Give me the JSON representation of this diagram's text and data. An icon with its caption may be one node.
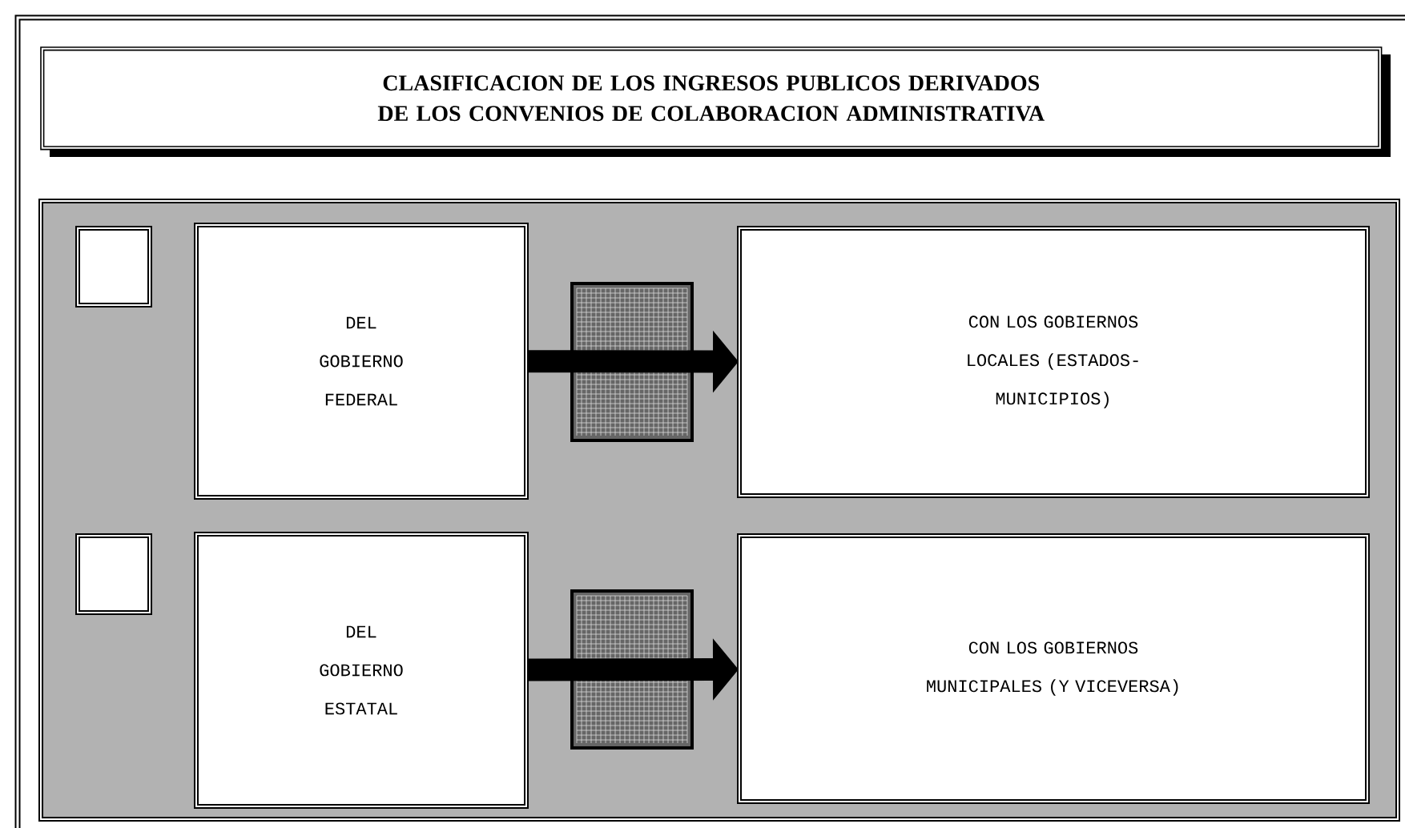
{
  "diagram": {
    "title": "CLASIFICACION DE LOS INGRESOS PUBLICOS DERIVADOS DE LOS CONVENIOS DE COLABORACION ADMINISTRATIVA",
    "nodes": [
      {
        "text": [],
        "shape": "box"
      },
      {
        "text": [],
        "shape": "box",
        "in": 0
      },
      {
        "text": [
          "DEL GOBIERNO FEDERAL"
        ],
        "in": 0
      },
      {
        "text": [
          "CON LOS GOBIERNOS LOCALES (ESTADOS-MUNICIPIOS)"
        ],
        "in": 0
      },
      {
        "text": [],
        "shape": "box",
        "in": 0
      },
      {
        "text": [
          "DEL GOBIERNO ESTATAL"
        ],
        "in": 0
      },
      {
        "text": [
          "CON LOS GOBIERNOS MUNICIPALES (Y VICEVERSA)"
        ],
        "in": 0
      }
    ],
    "edges": [
      {
        "from": 2,
        "to": 3,
        "arrow": "to"
      },
      {
        "from": 5,
        "to": 6,
        "arrow": "to"
      }
    ]
  }
}
